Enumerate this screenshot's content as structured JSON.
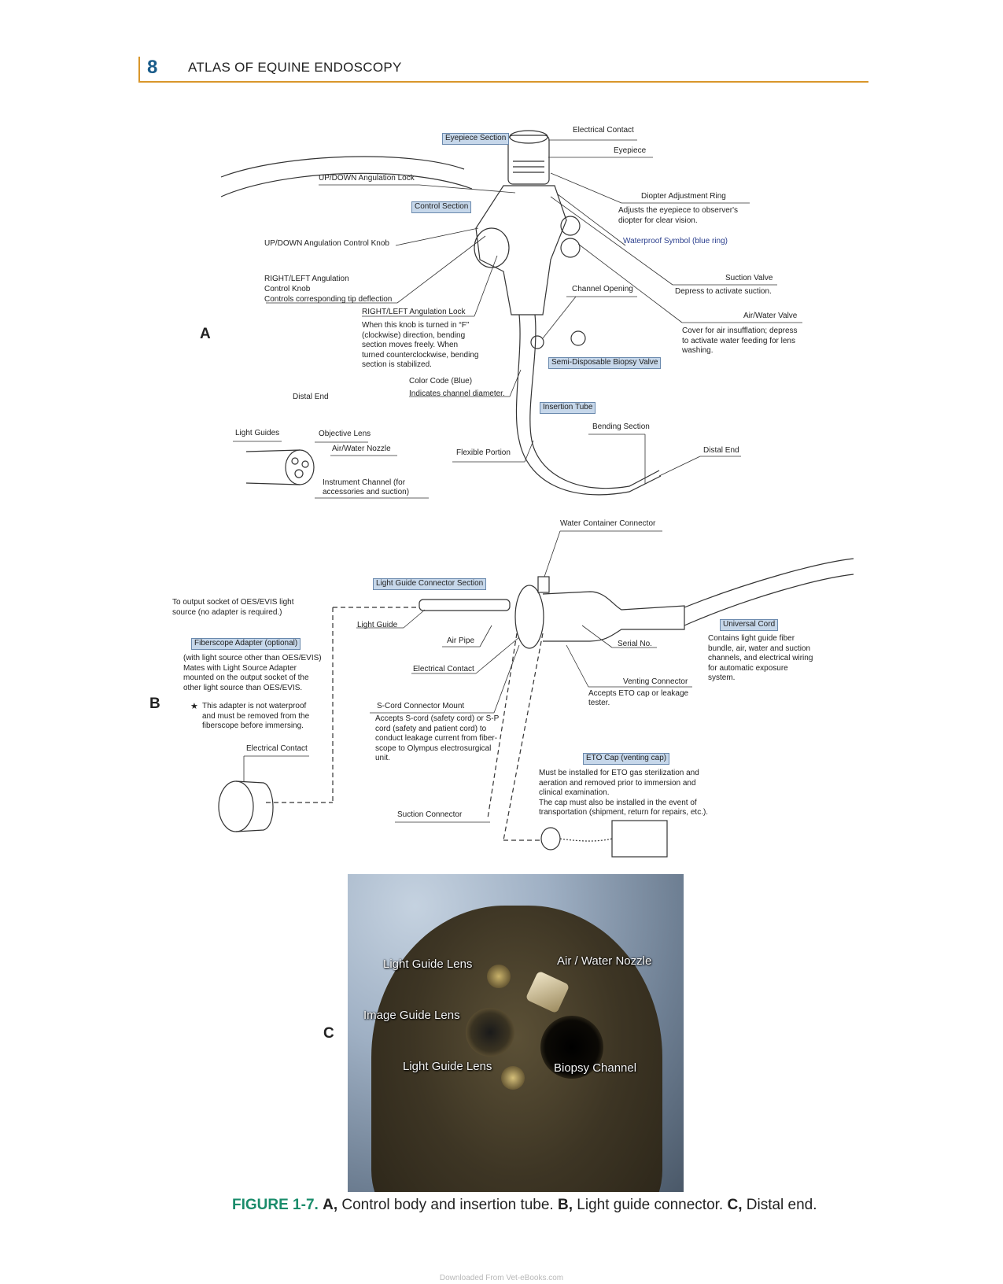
{
  "header": {
    "page_number": "8",
    "running_title": "ATLAS OF EQUINE ENDOSCOPY"
  },
  "panel_letters": {
    "a": "A",
    "b": "B",
    "c": "C"
  },
  "panel_a": {
    "eyepiece_section": "Eyepiece Section",
    "electrical_contact": "Electrical Contact",
    "eyepiece": "Eyepiece",
    "updown_lock": "UP/DOWN Angulation Lock",
    "control_section": "Control Section",
    "diopter_ring": "Diopter Adjustment Ring",
    "diopter_desc1": "Adjusts the eyepiece to observer's",
    "diopter_desc2": "diopter for clear vision.",
    "updown_knob": "UP/DOWN Angulation Control Knob",
    "waterproof": "Waterproof Symbol (blue ring)",
    "rl_knob1": "RIGHT/LEFT Angulation",
    "rl_knob2": "Control Knob",
    "rl_knob3": "Controls corresponding tip deflection",
    "suction_valve": "Suction Valve",
    "suction_desc": "Depress to activate suction.",
    "channel_opening": "Channel Opening",
    "rl_lock": "RIGHT/LEFT Angulation Lock",
    "rl_lock_desc": [
      "When this knob is turned in “F”",
      "(clockwise) direction, bending",
      "section moves freely. When",
      "turned counterclockwise, bending",
      "section is stabilized."
    ],
    "airwater_valve": "Air/Water Valve",
    "airwater_desc": [
      "Cover for air insufflation; depress",
      "to activate water feeding for lens",
      "washing."
    ],
    "biopsy_valve": "Semi-Disposable Biopsy Valve",
    "color_code": "Color Code (Blue)",
    "color_code_desc": "Indicates channel diameter.",
    "distal_end_left": "Distal End",
    "insertion_tube": "Insertion Tube",
    "bending_section": "Bending Section",
    "light_guides": "Light Guides",
    "objective_lens": "Objective Lens",
    "air_water_nozzle": "Air/Water Nozzle",
    "flexible_portion": "Flexible Portion",
    "distal_end_right": "Distal End",
    "instrument_channel1": "Instrument Channel (for",
    "instrument_channel2": "accessories and suction)"
  },
  "panel_b": {
    "water_container": "Water Container Connector",
    "lg_connector_section": "Light Guide Connector Section",
    "output_socket1": "To output socket of OES/EVIS light",
    "output_socket2": "source (no adapter is required.)",
    "light_guide": "Light Guide",
    "universal_cord": "Universal Cord",
    "universal_desc": [
      "Contains light guide fiber",
      "bundle, air, water and suction",
      "channels, and electrical wiring",
      "for automatic exposure",
      "system."
    ],
    "fiberscope_adapter": "Fiberscope Adapter (optional)",
    "air_pipe": "Air Pipe",
    "serial_no": "Serial No.",
    "adapter_desc": [
      "(with light source other than OES/EVIS)",
      "Mates with Light Source Adapter",
      "mounted on the output socket of the",
      "other light source than OES/EVIS."
    ],
    "electrical_contact": "Electrical Contact",
    "venting_connector": "Venting Connector",
    "venting_desc": [
      "Accepts ETO cap or leakage",
      "tester."
    ],
    "star_note": [
      "This adapter is not waterproof",
      "and must be removed from the",
      "fiberscope before immersing."
    ],
    "scord_mount": "S-Cord Connector Mount",
    "scord_desc": [
      "Accepts S-cord (safety cord) or S-P",
      "cord (safety and patient cord) to",
      "conduct leakage current from fiber-",
      "scope to Olympus electrosurgical",
      "unit."
    ],
    "electrical_contact_adapter": "Electrical Contact",
    "eto_cap": "ETO Cap (venting cap)",
    "eto_desc": [
      "Must be installed for ETO gas sterilization and",
      "aeration and removed prior to immersion and",
      "clinical examination.",
      "The cap must also be installed in the event of",
      "transportation (shipment, return for repairs, etc.)."
    ],
    "suction_connector": "Suction Connector"
  },
  "panel_c": {
    "light_guide_lens_top": "Light Guide Lens",
    "air_water_nozzle": "Air / Water Nozzle",
    "image_guide_lens": "Image Guide Lens",
    "light_guide_lens_bottom": "Light Guide Lens",
    "biopsy_channel": "Biopsy Channel"
  },
  "caption": {
    "figure": "FIGURE 1-7.",
    "a_letter": "A,",
    "a_text": " Control body and insertion tube. ",
    "b_letter": "B,",
    "b_text": " Light guide connector. ",
    "c_letter": "C,",
    "c_text": " Distal end."
  },
  "footer": "Downloaded From Vet-eBooks.com"
}
